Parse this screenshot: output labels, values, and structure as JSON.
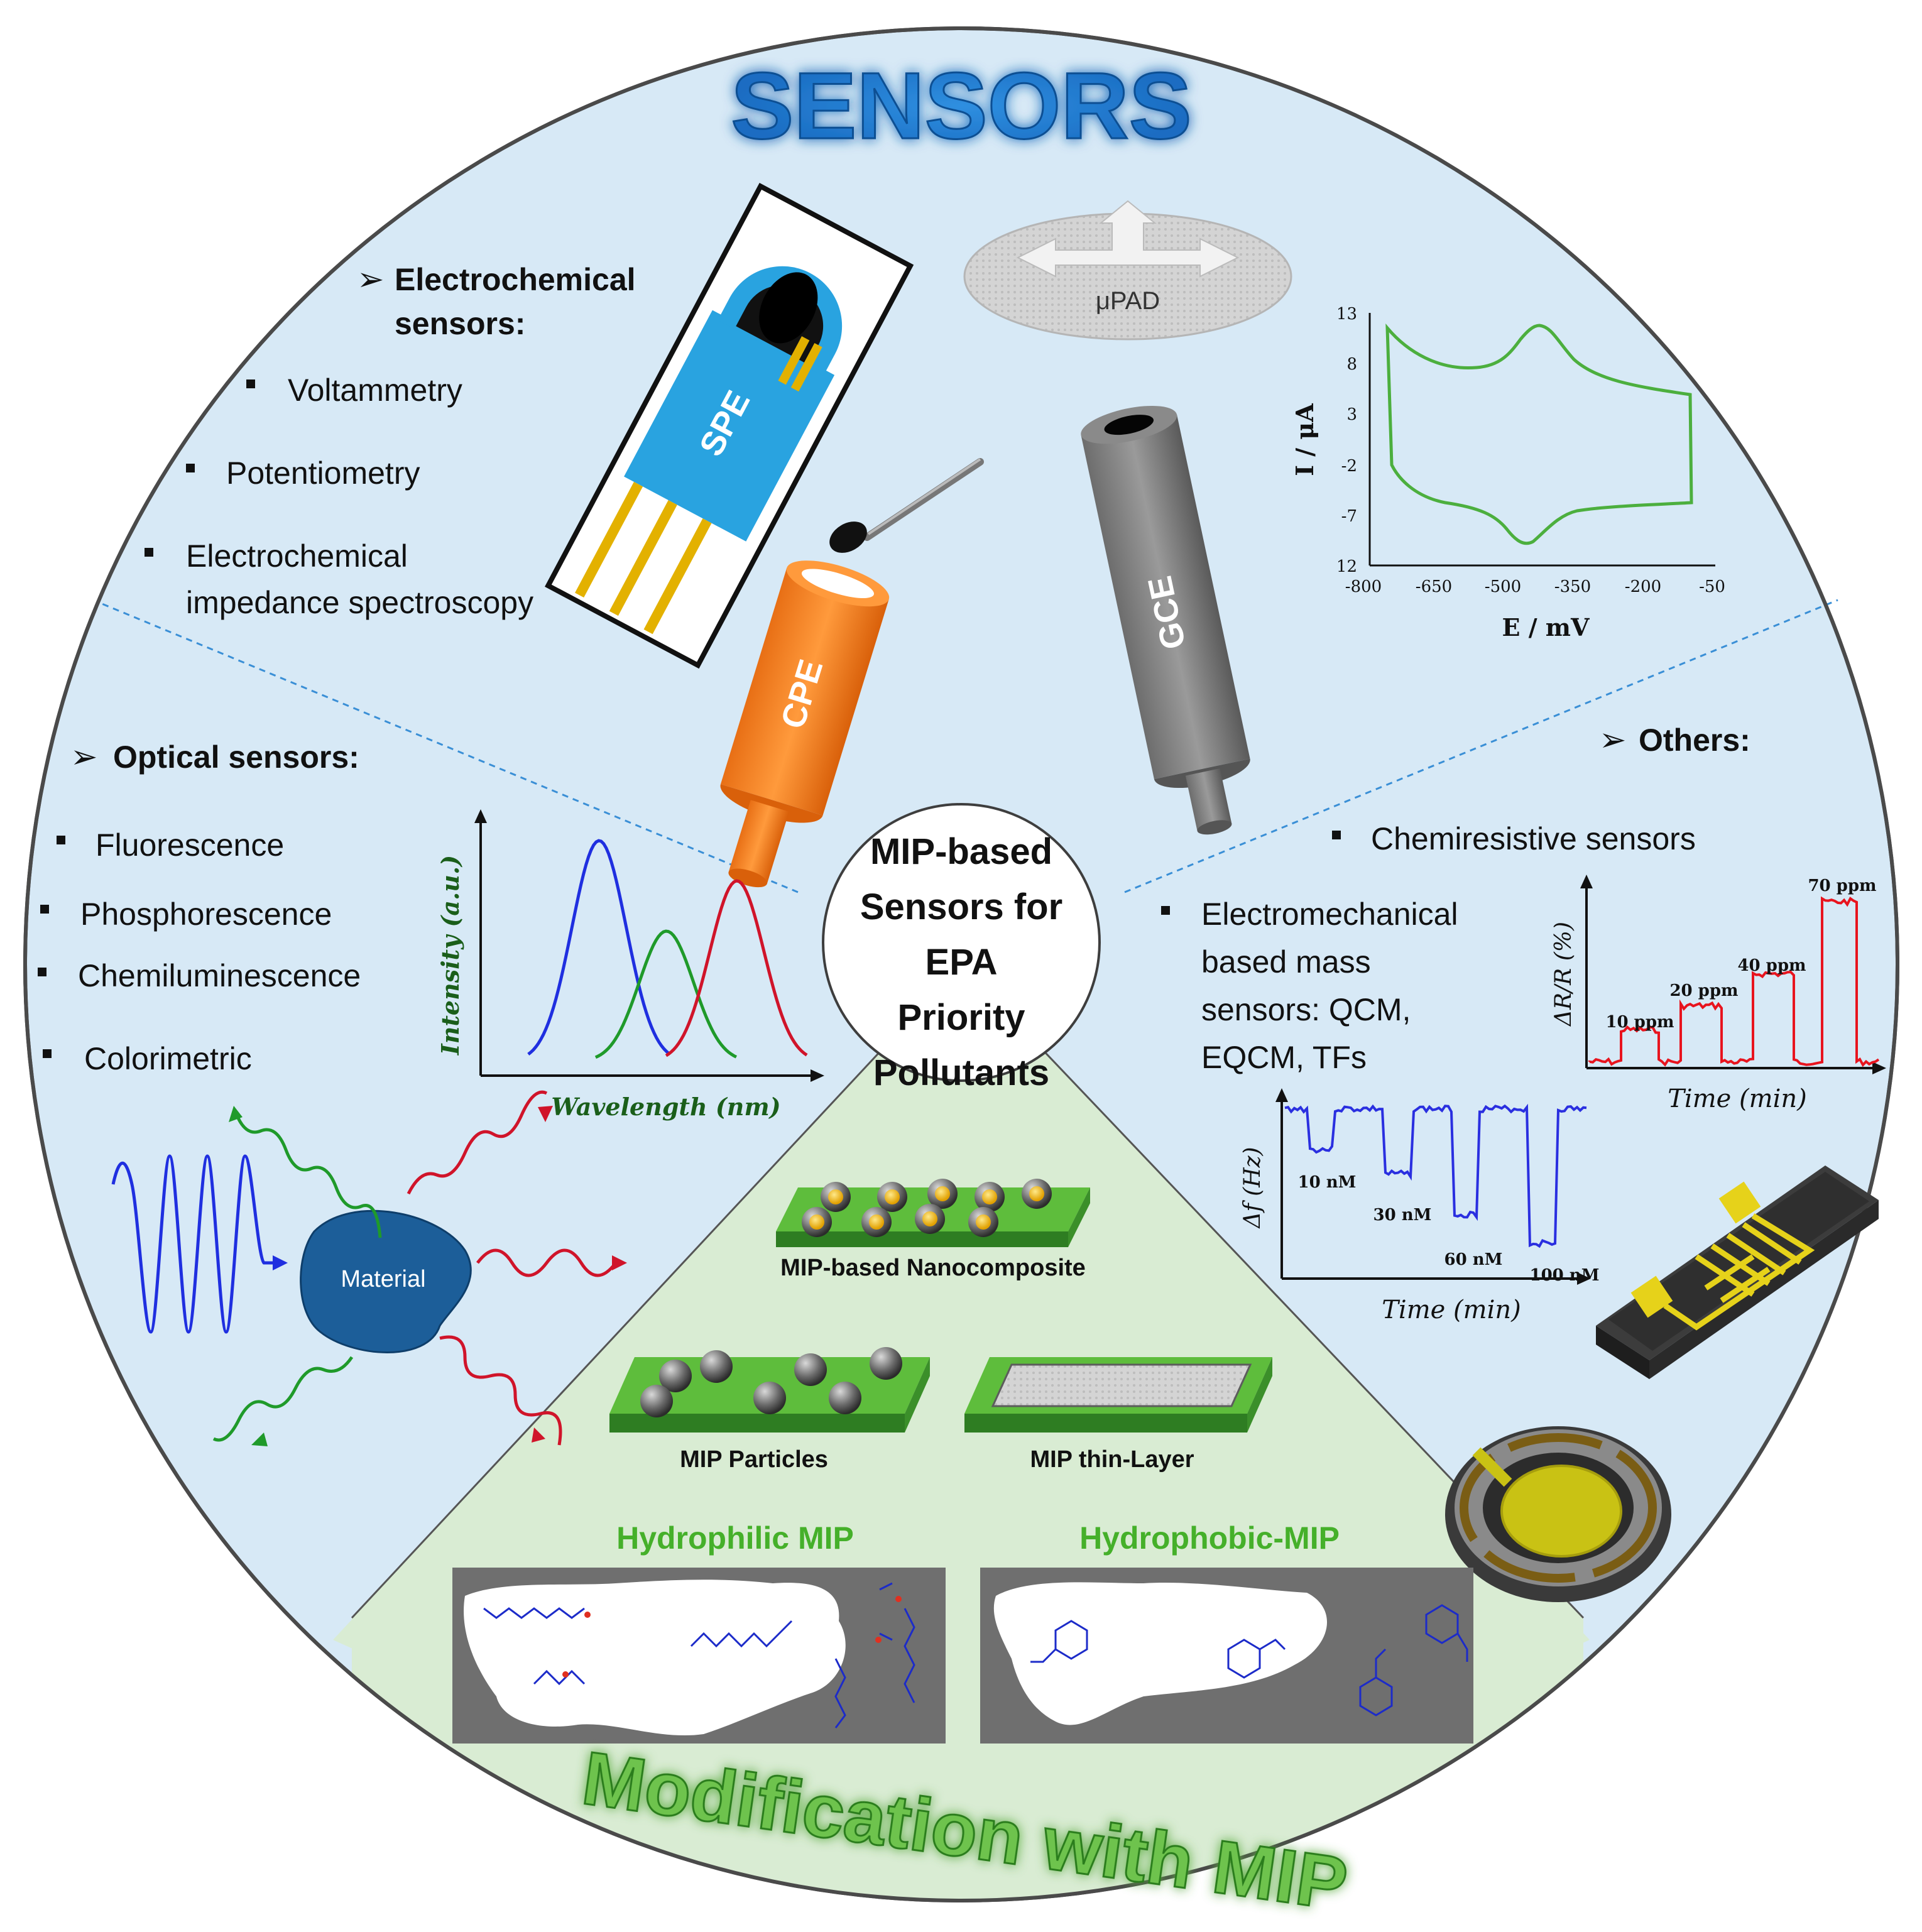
{
  "title": "SENSORS",
  "bottom_title": "Modification with MIP",
  "center_label": [
    "MIP-based",
    "Sensors for",
    "EPA",
    "Priority",
    "Pollutants"
  ],
  "electrochemical": {
    "heading": [
      "Electrochemical",
      "sensors:"
    ],
    "items": [
      "Voltammetry",
      "Potentiometry",
      "Electrochemical",
      "impedance spectroscopy"
    ],
    "device_labels": {
      "spe": "SPE",
      "cpe": "CPE",
      "gce": "GCE",
      "upad": "μPAD"
    }
  },
  "cv_plot": {
    "xlabel": "E / mV",
    "ylabel": "I / μA",
    "xticks": [
      "-800",
      "-650",
      "-500",
      "-350",
      "-200",
      "-50"
    ],
    "yticks": [
      "13",
      "8",
      "3",
      "-2",
      "-7",
      "12"
    ],
    "color": "#4caf3e"
  },
  "optical": {
    "heading": "Optical sensors:",
    "items": [
      "Fluorescence",
      "Phosphorescence",
      "Chemiluminescence",
      "Colorimetric"
    ],
    "material_label": "Material",
    "colors": {
      "blue": "#1f2fe0",
      "green": "#1f9a2a",
      "red": "#d0142a",
      "material": "#1c5e99"
    }
  },
  "chart_data": {
    "type": "line",
    "xlabel": "Wavelength (nm)",
    "ylabel": "Intensity (a.u.)",
    "series": [
      {
        "color": "#1f2fe0",
        "peak_rel": 0.35,
        "height_rel": 0.88
      },
      {
        "color": "#1f9a2a",
        "peak_rel": 0.56,
        "height_rel": 0.52
      },
      {
        "color": "#d0142a",
        "peak_rel": 0.78,
        "height_rel": 0.72
      }
    ]
  },
  "others": {
    "heading": "Others:",
    "items": [
      "Chemiresistive sensors",
      "Electromechanical",
      "based mass",
      "sensors: QCM,",
      "EQCM, TFs"
    ],
    "resistive_plot": {
      "ylabel": "ΔR/R (%)",
      "xlabel": "Time (min)",
      "labels": [
        "10 ppm",
        "20 ppm",
        "40 ppm",
        "70 ppm"
      ],
      "color": "#e8141e"
    },
    "qcm_plot": {
      "ylabel": "Δf (Hz)",
      "xlabel": "Time (min)",
      "labels": [
        "10 nM",
        "30 nM",
        "60 nM",
        "100 nM"
      ],
      "color": "#2a2fe0"
    }
  },
  "mip": {
    "nanocomposite_label": "MIP-based Nanocomposite",
    "particles_label": "MIP Particles",
    "thinlayer_label": "MIP thin-Layer",
    "hydrophilic_label": "Hydrophilic MIP",
    "hydrophobic_label": "Hydrophobic-MIP",
    "label_color": "#45b02a"
  }
}
